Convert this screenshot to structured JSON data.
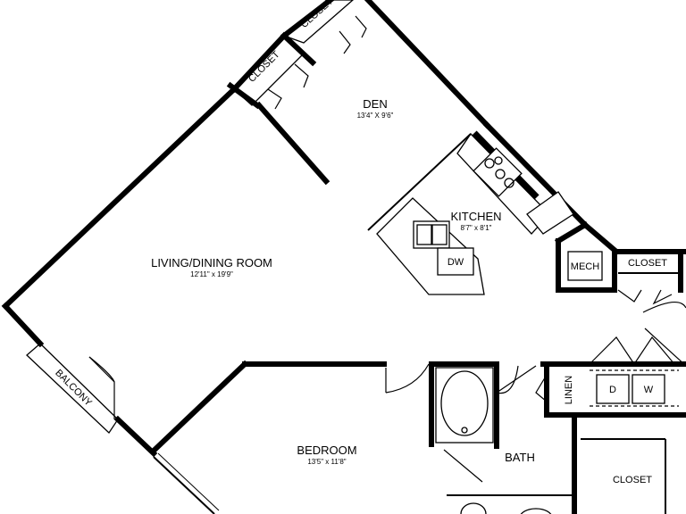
{
  "rooms": {
    "den": {
      "label": "DEN",
      "dims": "13'4\" X 9'6\""
    },
    "kitchen": {
      "label": "KITCHEN",
      "dims": "8'7\" x 8'1\""
    },
    "living": {
      "label": "LIVING/DINING ROOM",
      "dims": "12'11\" x 19'9\""
    },
    "bedroom": {
      "label": "BEDROOM",
      "dims": "13'5\" x 11'8\""
    },
    "bath": {
      "label": "BATH"
    }
  },
  "closets": {
    "den_upper": "CLOSET",
    "den_lower": "CLOSET",
    "right": "CLOSET",
    "walk_in": "CLOSET"
  },
  "labels": {
    "balcony": "BALCONY",
    "mech": "MECH",
    "linen": "LINEN",
    "dishwasher": "DW",
    "washer": "W",
    "dryer": "D"
  }
}
